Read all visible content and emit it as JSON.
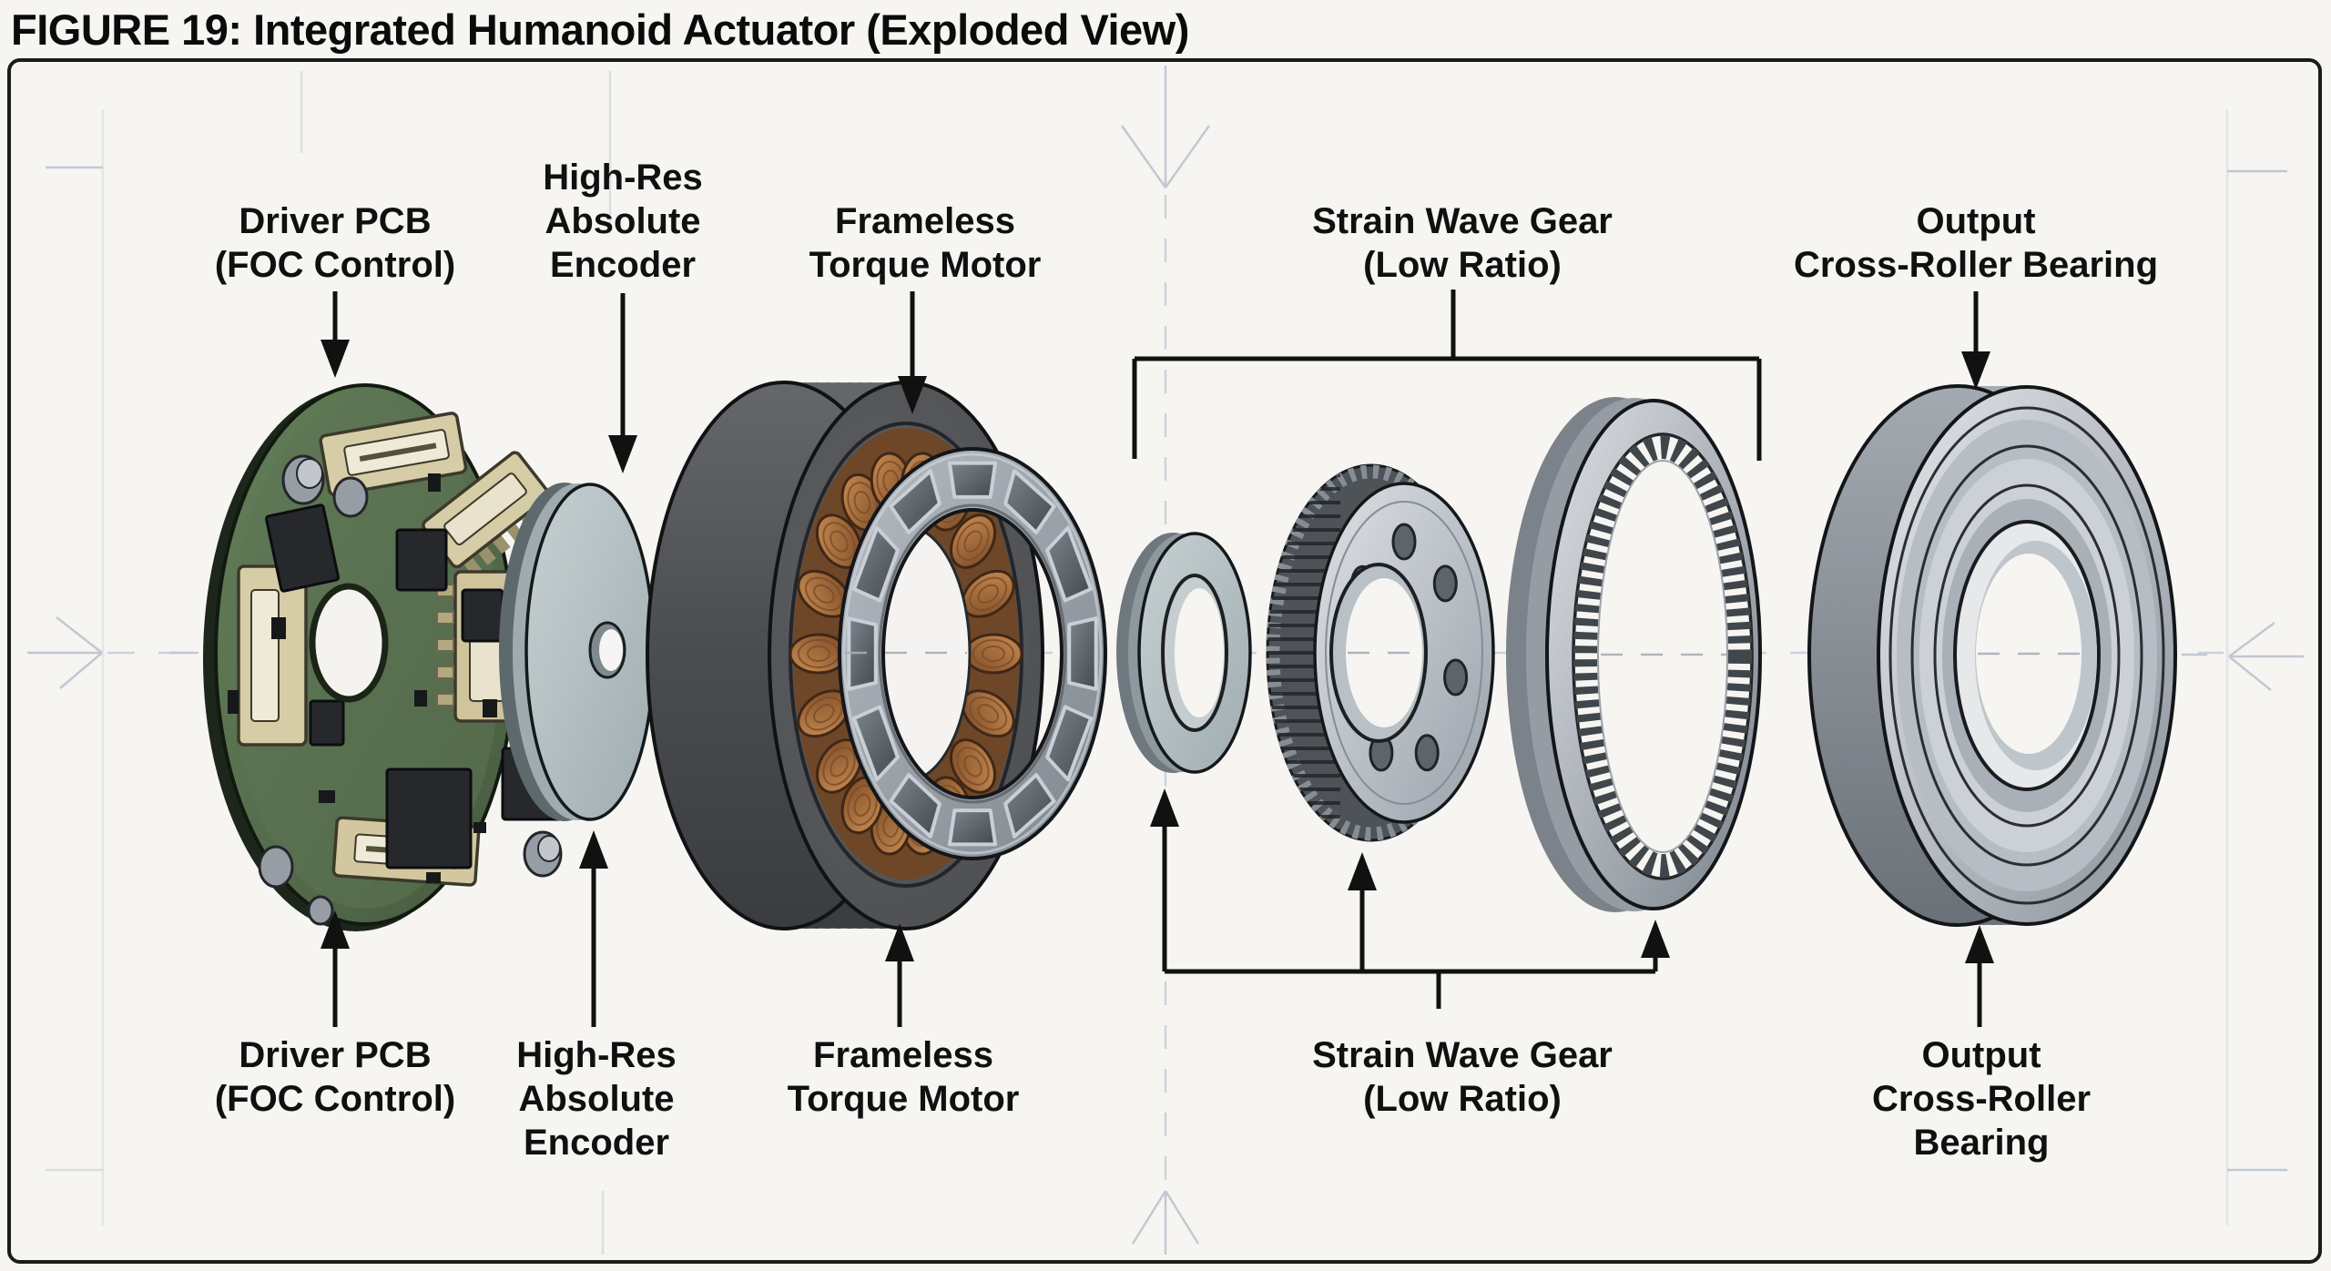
{
  "title": "FIGURE 19: Integrated Humanoid Actuator (Exploded View)",
  "figure": {
    "background": "#f6f5f2",
    "frame_color": "#1b1b1b",
    "label_color": "#101010",
    "annotation_color": "#111111",
    "centerline_color": "#b9c0cc",
    "pcb_green": "#57704f",
    "connector_beige": "#d6cca6",
    "copper": "#b5713a",
    "steel_light": "#cfd4d9",
    "steel_mid": "#9aa1aa",
    "steel_dark": "#4e5358"
  },
  "components": [
    {
      "id": "driver-pcb",
      "name": "Driver PCB (FOC Control)"
    },
    {
      "id": "absolute-encoder",
      "name": "High-Res Absolute Encoder"
    },
    {
      "id": "torque-motor-stator",
      "name": "Frameless Torque Motor stator with copper windings"
    },
    {
      "id": "torque-motor-rotor",
      "name": "Frameless Torque Motor rotor magnet ring"
    },
    {
      "id": "spacer-ring",
      "name": "Strain Wave Gear spacer ring"
    },
    {
      "id": "wave-gear",
      "name": "Strain Wave Gear toothed gear"
    },
    {
      "id": "ring-gear",
      "name": "Strain Wave Gear internal ring gear"
    },
    {
      "id": "output-bearing",
      "name": "Output Cross-Roller Bearing"
    }
  ],
  "labels": {
    "top": [
      {
        "id": "driver-pcb",
        "lines": [
          "Driver PCB",
          "(FOC Control)"
        ]
      },
      {
        "id": "absolute-encoder",
        "lines": [
          "High-Res",
          "Absolute",
          "Encoder"
        ]
      },
      {
        "id": "torque-motor",
        "lines": [
          "Frameless",
          "Torque Motor"
        ]
      },
      {
        "id": "strain-wave-gear",
        "lines": [
          "Strain Wave Gear",
          "(Low Ratio)"
        ]
      },
      {
        "id": "output-bearing",
        "lines": [
          "Output",
          "Cross-Roller Bearing"
        ]
      }
    ],
    "bottom": [
      {
        "id": "driver-pcb",
        "lines": [
          "Driver PCB",
          "(FOC Control)"
        ]
      },
      {
        "id": "absolute-encoder",
        "lines": [
          "High-Res",
          "Absolute",
          "Encoder"
        ]
      },
      {
        "id": "torque-motor",
        "lines": [
          "Frameless",
          "Torque Motor"
        ]
      },
      {
        "id": "strain-wave-gear",
        "lines": [
          "Strain Wave Gear",
          "(Low Ratio)"
        ]
      },
      {
        "id": "output-bearing",
        "lines": [
          "Output",
          "Cross-Roller",
          "Bearing"
        ]
      }
    ]
  }
}
